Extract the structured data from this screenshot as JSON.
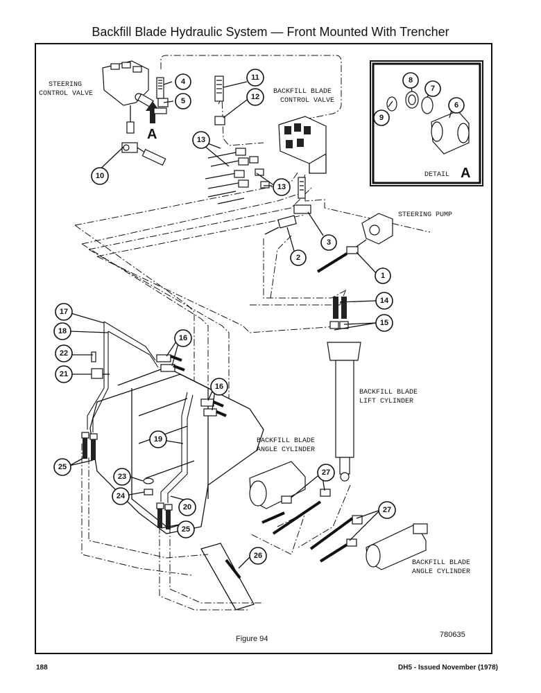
{
  "page": {
    "title": "Backfill Blade Hydraulic System — Front Mounted With Trencher",
    "figure_caption": "Figure 94",
    "drawing_number": "780635",
    "page_number": "188",
    "issue_note": "DH5 - Issued November (1978)"
  },
  "labels": {
    "steering_control_valve_1": "STEERING",
    "steering_control_valve_2": "CONTROL VALVE",
    "backfill_control_valve_1": "BACKFILL BLADE",
    "backfill_control_valve_2": "CONTROL VALVE",
    "steering_pump": "STEERING PUMP",
    "detail_word": "DETAIL",
    "detail_letter": "A",
    "view_arrow_letter": "A",
    "lift_cylinder_1": "BACKFILL BLADE",
    "lift_cylinder_2": "LIFT CYLINDER",
    "angle_cylinder_upper_1": "BACKFILL BLADE",
    "angle_cylinder_upper_2": "ANGLE CYLINDER",
    "angle_cylinder_lower_1": "BACKFILL BLADE",
    "angle_cylinder_lower_2": "ANGLE CYLINDER"
  },
  "callouts": {
    "c1": "1",
    "c2": "2",
    "c3": "3",
    "c4": "4",
    "c5": "5",
    "c6": "6",
    "c7": "7",
    "c8": "8",
    "c9": "9",
    "c10": "10",
    "c11": "11",
    "c12": "12",
    "c13a": "13",
    "c13b": "13",
    "c14": "14",
    "c15": "15",
    "c16a": "16",
    "c16b": "16",
    "c17": "17",
    "c18": "18",
    "c19": "19",
    "c20": "20",
    "c21": "21",
    "c22": "22",
    "c23": "23",
    "c24": "24",
    "c25a": "25",
    "c25b": "25",
    "c26": "26",
    "c27a": "27",
    "c27b": "27"
  }
}
